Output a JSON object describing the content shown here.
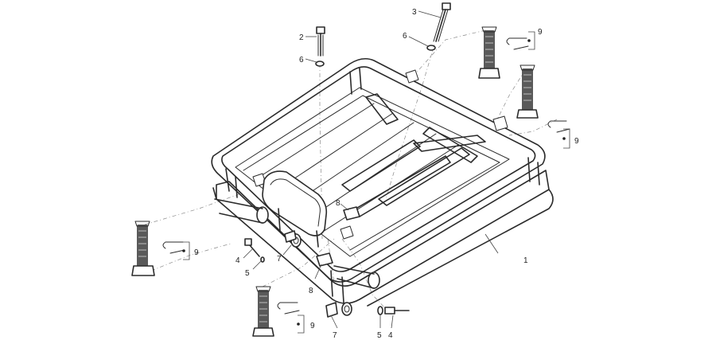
{
  "callouts": [
    {
      "id": "c1",
      "text": "1"
    },
    {
      "id": "c2",
      "text": "2"
    },
    {
      "id": "c3",
      "text": "3"
    },
    {
      "id": "c4a",
      "text": "4"
    },
    {
      "id": "c4b",
      "text": "4"
    },
    {
      "id": "c5a",
      "text": "5"
    },
    {
      "id": "c5b",
      "text": "5"
    },
    {
      "id": "c6a",
      "text": "6"
    },
    {
      "id": "c6b",
      "text": "6"
    },
    {
      "id": "c7a",
      "text": "7"
    },
    {
      "id": "c7b",
      "text": "7"
    },
    {
      "id": "c8a",
      "text": "8"
    },
    {
      "id": "c8b",
      "text": "8"
    },
    {
      "id": "c9a",
      "text": "9"
    },
    {
      "id": "c9b",
      "text": "9"
    },
    {
      "id": "c9c",
      "text": "9"
    },
    {
      "id": "c9d",
      "text": "9"
    }
  ],
  "colors": {
    "ink": "#2b2b2b",
    "strap": "#5a5a5a",
    "background": "#ffffff"
  },
  "icons": [
    "cargo-rack-frame",
    "strap-clamp",
    "hook-pin",
    "bolt",
    "washer",
    "rubber-bushing",
    "clip-nut"
  ]
}
